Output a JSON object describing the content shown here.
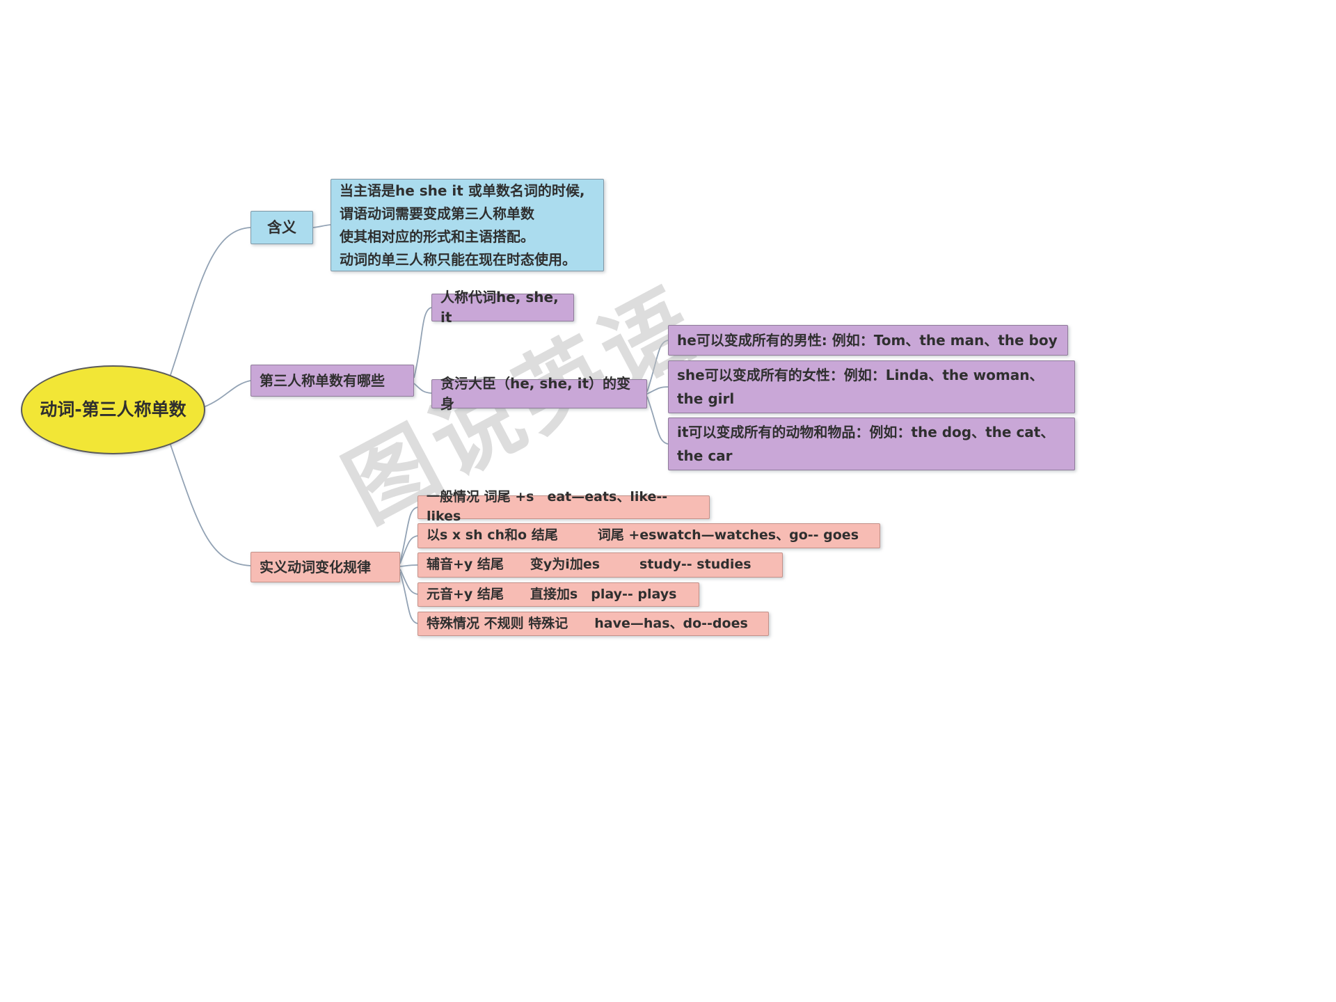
{
  "watermark": "图说英语",
  "root": {
    "label": "动词-第三人称单数"
  },
  "colors": {
    "root_fill": "#f2e636",
    "blue_fill": "#abdcee",
    "purple_fill": "#c9a7d7",
    "pink_fill": "#f7bcb4",
    "line": "#92a2b4"
  },
  "meaning": {
    "label": "含义",
    "detail": "当主语是he she it 或单数名词的时候,\n谓语动词需要变成第三人称单数\n使其相对应的形式和主语搭配。\n动词的单三人称只能在现在时态使用。"
  },
  "third_person": {
    "label": "第三人称单数有哪些",
    "pronouns": "人称代词he, she, it",
    "transform": "贪污大臣（he, she, it）的变身",
    "examples": [
      "he可以变成所有的男性: 例如：Tom、the man、the boy",
      "she可以变成所有的女性：例如：Linda、the woman、the girl",
      "it可以变成所有的动物和物品：例如：the dog、the cat、the car"
    ]
  },
  "verb_rules": {
    "label": "实义动词变化规律",
    "rules": [
      "一般情况 词尾 +s　eat—eats、like-- likes",
      "以s x sh ch和o 结尾　　　词尾 +eswatch—watches、go-- goes",
      "辅音+y 结尾　　变y为i加es　　　study-- studies",
      "元音+y 结尾　　直接加s　play-- plays",
      "特殊情况 不规则 特殊记　　have—has、do--does"
    ]
  }
}
